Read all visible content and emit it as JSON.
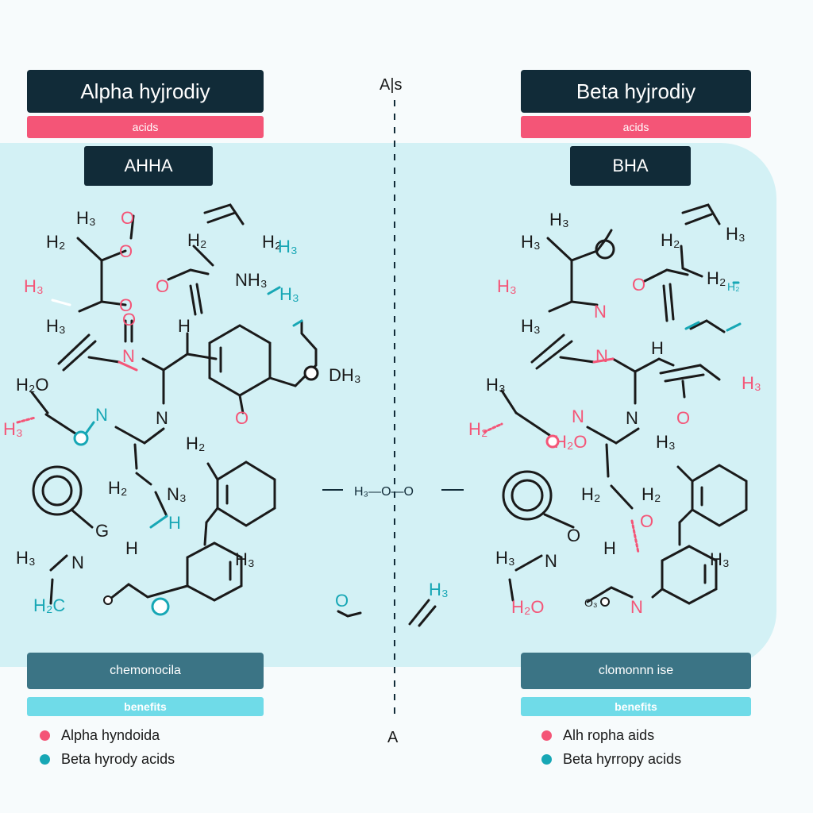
{
  "left": {
    "title": "Alpha hyjrodiy",
    "subtitle": "acids",
    "short": "AHHA",
    "chem": "chemonocila",
    "benefits": "benefits"
  },
  "right": {
    "title": "Beta hyjrodiy",
    "subtitle": "acids",
    "short": "BHA",
    "chem": "clomonnn ise",
    "benefits": "benefits"
  },
  "center": {
    "top": "A|s",
    "bottom": "A",
    "middle": "H₃—O—O"
  },
  "legend_left": [
    {
      "label": "Alpha hyndoida",
      "color": "#f45577"
    },
    {
      "label": "Beta hyrody acids",
      "color": "#17a7b5"
    }
  ],
  "legend_right": [
    {
      "label": "Alh ropha aids",
      "color": "#f45577"
    },
    {
      "label": "Beta hyrropy acids",
      "color": "#17a7b5"
    }
  ],
  "atoms_left": {
    "a1": "H₃",
    "a2": "O",
    "a3": "H₂",
    "a4": "H₂",
    "a5": "H₂",
    "a6": "NH₃",
    "a7": "H₃",
    "a8": "O",
    "a9": "H₃",
    "a10": "O",
    "a11": "H",
    "a12": "H₃",
    "a13": "N",
    "a14": "O",
    "a15": "DH₃",
    "a16": "H₂O",
    "a17": "H₃",
    "a18": "N",
    "a19": "H₃",
    "a20": "O",
    "a21": "N",
    "a22": "H₂",
    "a23": "H₂",
    "a24": "N₃",
    "a25": "G",
    "a26": "H",
    "a27": "H",
    "a28": "H₃",
    "a29": "N",
    "a30": "H₂C",
    "a31": "H₃",
    "a32": "O",
    "a33": "O",
    "a34": "O"
  },
  "atoms_right": {
    "b1": "H₃",
    "b2": "O",
    "b3": "H₃",
    "b4": "H₃",
    "b5": "H₂",
    "b6": "O",
    "b7": "N",
    "b8": "H₃",
    "b9": "H₂",
    "b10": "H₂",
    "b11": "N",
    "b12": "H",
    "b13": "H₃",
    "b14": "O",
    "b15": "H₃",
    "b16": "H₂O",
    "b17": "N",
    "b18": "O",
    "b19": "N",
    "b20": "H₃",
    "b21": "H₂",
    "b22": "H₃",
    "b23": "H₂",
    "b24": "O",
    "b25": "O",
    "b26": "H",
    "b27": "H₃",
    "b28": "N",
    "b29": "H₂O",
    "b30": "O₃",
    "b31": "N",
    "b32": "H₃",
    "b33": "H₂"
  },
  "atoms_center": {
    "c1": "O",
    "c2": "H₃"
  },
  "colors": {
    "dark": "#112b38",
    "pink": "#f45577",
    "teal": "#17a7b5",
    "panel": "#d3f1f5",
    "chem_bar": "#3b7485",
    "benefit_bar": "#6fdbe8"
  }
}
